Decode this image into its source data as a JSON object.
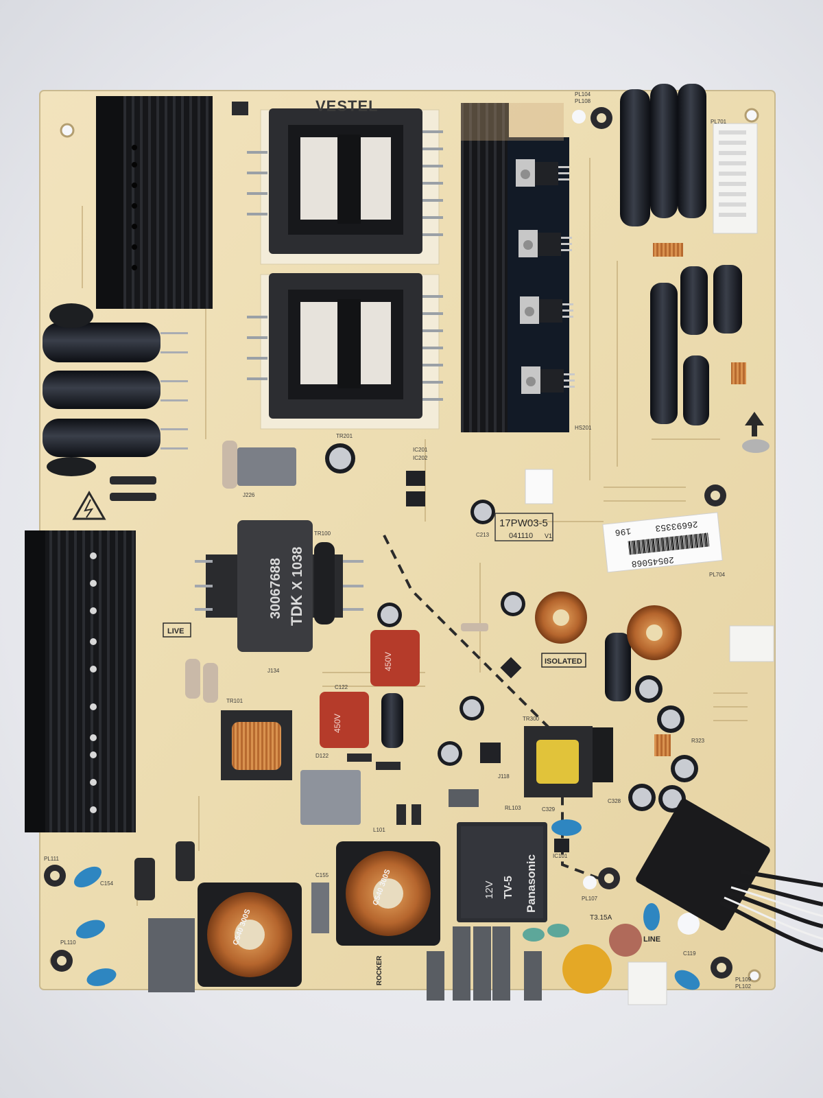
{
  "board": {
    "brand": "VESTEL",
    "model": "17PW03-5",
    "revision": "V1",
    "date_code": "041110",
    "isolated_label": "ISOLATED",
    "live_label": "LIVE",
    "line_label": "LINE",
    "rocker_label": "ROCKER",
    "fuse_rating": "T3.15A"
  },
  "transformer": {
    "brand": "TDK",
    "marking": "X 1038",
    "part_number": "30067688"
  },
  "relay": {
    "brand": "Panasonic",
    "rating_model": "TV-5",
    "voltage": "12V"
  },
  "sticker": {
    "barcode_number": "20545068",
    "code_top": "26693353",
    "code_small": "196"
  },
  "capacitors": {
    "film_cap_label": "450V",
    "choke_label": "C540 300S",
    "choke_label_left": "C540 300S"
  },
  "refdes": {
    "tr201": "TR201",
    "tr100": "TR100",
    "tr101": "TR101",
    "tr300": "TR300",
    "ic201": "IC201",
    "ic202": "IC202",
    "ic101": "IC101",
    "pl704": "PL704",
    "c213": "C213",
    "c122": "C122",
    "c329": "C329",
    "c328": "C328",
    "c155": "C155",
    "c154": "C154",
    "c119": "C119",
    "j134": "J134",
    "j118": "J118",
    "d122": "D122",
    "r323": "R323",
    "pl107": "PL107",
    "pl108": "PL108",
    "pl111": "PL111",
    "pl110": "PL110",
    "pl109": "PL109",
    "pl102": "PL102",
    "pl701": "PL701",
    "pl104": "PL104",
    "hs201": "HS201",
    "l101": "L101",
    "rl103": "RL103",
    "j226": "J226"
  },
  "colors": {
    "pcb": "#efe0b6",
    "heatsink": "#1b1c1f",
    "copper": "#b5652d",
    "film_cap": "#c0392b",
    "y_cap": "#2e86c1"
  }
}
